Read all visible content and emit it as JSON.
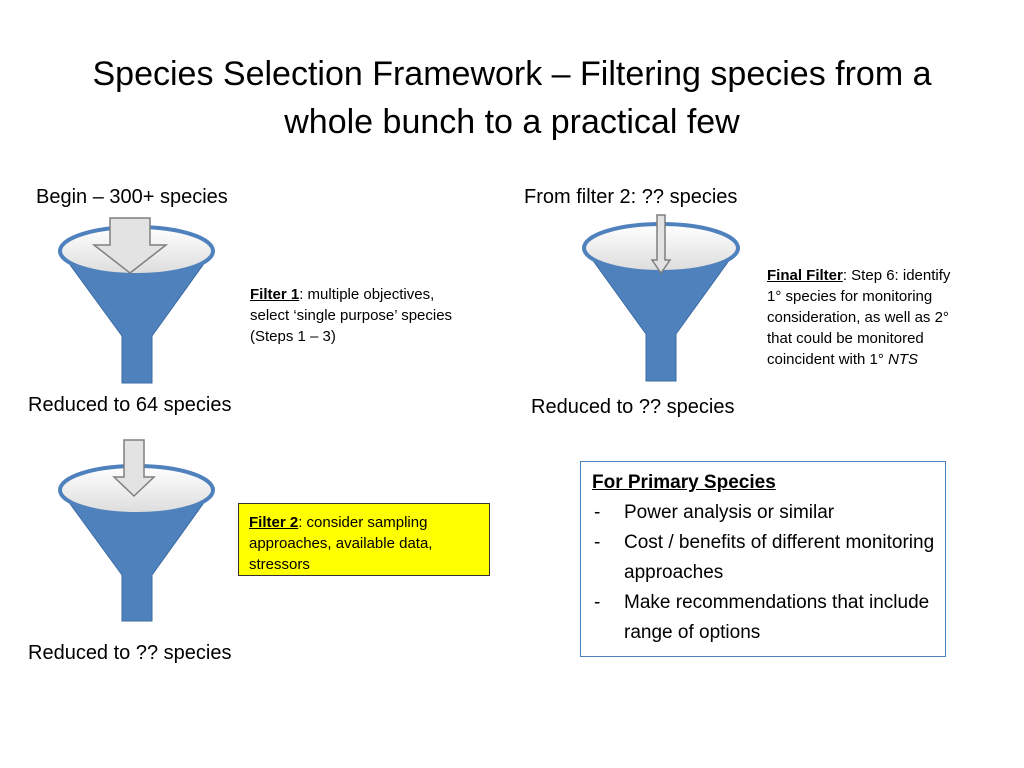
{
  "title": {
    "line1": "Species Selection Framework – Filtering species from a",
    "line2": "whole bunch to a practical few"
  },
  "stages": {
    "begin": "Begin – 300+ species",
    "reduced1": "Reduced to  64 species",
    "reduced2": "Reduced to ?? species",
    "from_filter2": "From filter 2: ?? species",
    "reduced_final": "Reduced to ?? species"
  },
  "filter1": {
    "name": "Filter 1",
    "text": ":  multiple objectives,",
    "line2": "select ‘single purpose’ species",
    "line3": "(Steps 1 – 3)"
  },
  "filter2": {
    "name": "Filter 2",
    "text": ":  consider sampling",
    "line2": "approaches,  available data,",
    "line3": "stressors"
  },
  "final_filter": {
    "name": "Final Filter",
    "text": ":  Step 6:  identify",
    "line2": "1° species for monitoring",
    "line3": "consideration, as well as 2°",
    "line4": "that could be monitored",
    "line5a": "coincident with 1° ",
    "line5b": "NTS"
  },
  "primary_species": {
    "heading": "For Primary Species",
    "items": [
      "Power analysis or similar",
      "Cost / benefits of different monitoring approaches",
      "Make recommendations that include range of options"
    ]
  },
  "colors": {
    "funnel_blue": "#4f81bd",
    "funnel_top": "#e8e8e8",
    "arrow_fill": "#e0e0e0",
    "arrow_stroke": "#7f7f7f",
    "filter2_bg": "#ffff00",
    "box_border": "#4f81bd"
  }
}
